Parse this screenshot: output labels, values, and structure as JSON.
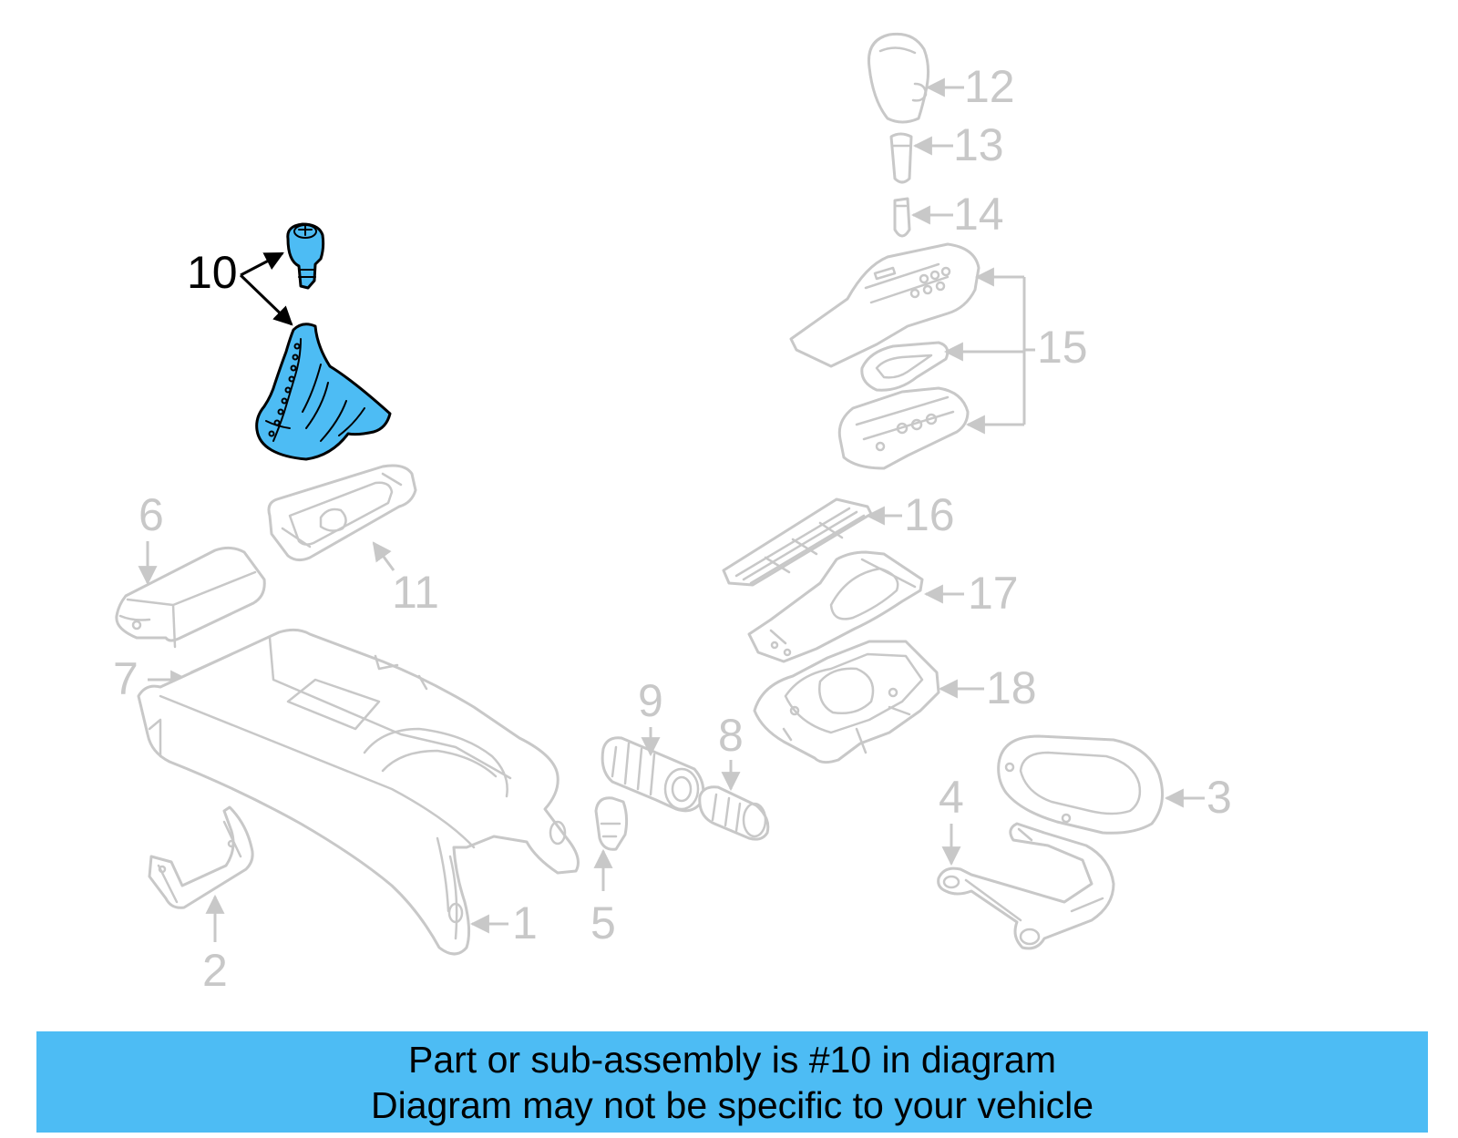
{
  "highlight": {
    "part_number": "10",
    "fill_color": "#4dbcf4",
    "outline_color": "#000000"
  },
  "callouts": {
    "c1": "1",
    "c2": "2",
    "c3": "3",
    "c4": "4",
    "c5": "5",
    "c6": "6",
    "c7": "7",
    "c8": "8",
    "c9": "9",
    "c10": "10",
    "c11": "11",
    "c12": "12",
    "c13": "13",
    "c14": "14",
    "c15": "15",
    "c16": "16",
    "c17": "17",
    "c18": "18"
  },
  "colors": {
    "inactive_part": "#c8c8c8",
    "banner_background": "#4dbcf4"
  },
  "banner": {
    "line1": "Part or sub-assembly is #10 in diagram",
    "line2": "Diagram may not be specific to your vehicle"
  }
}
